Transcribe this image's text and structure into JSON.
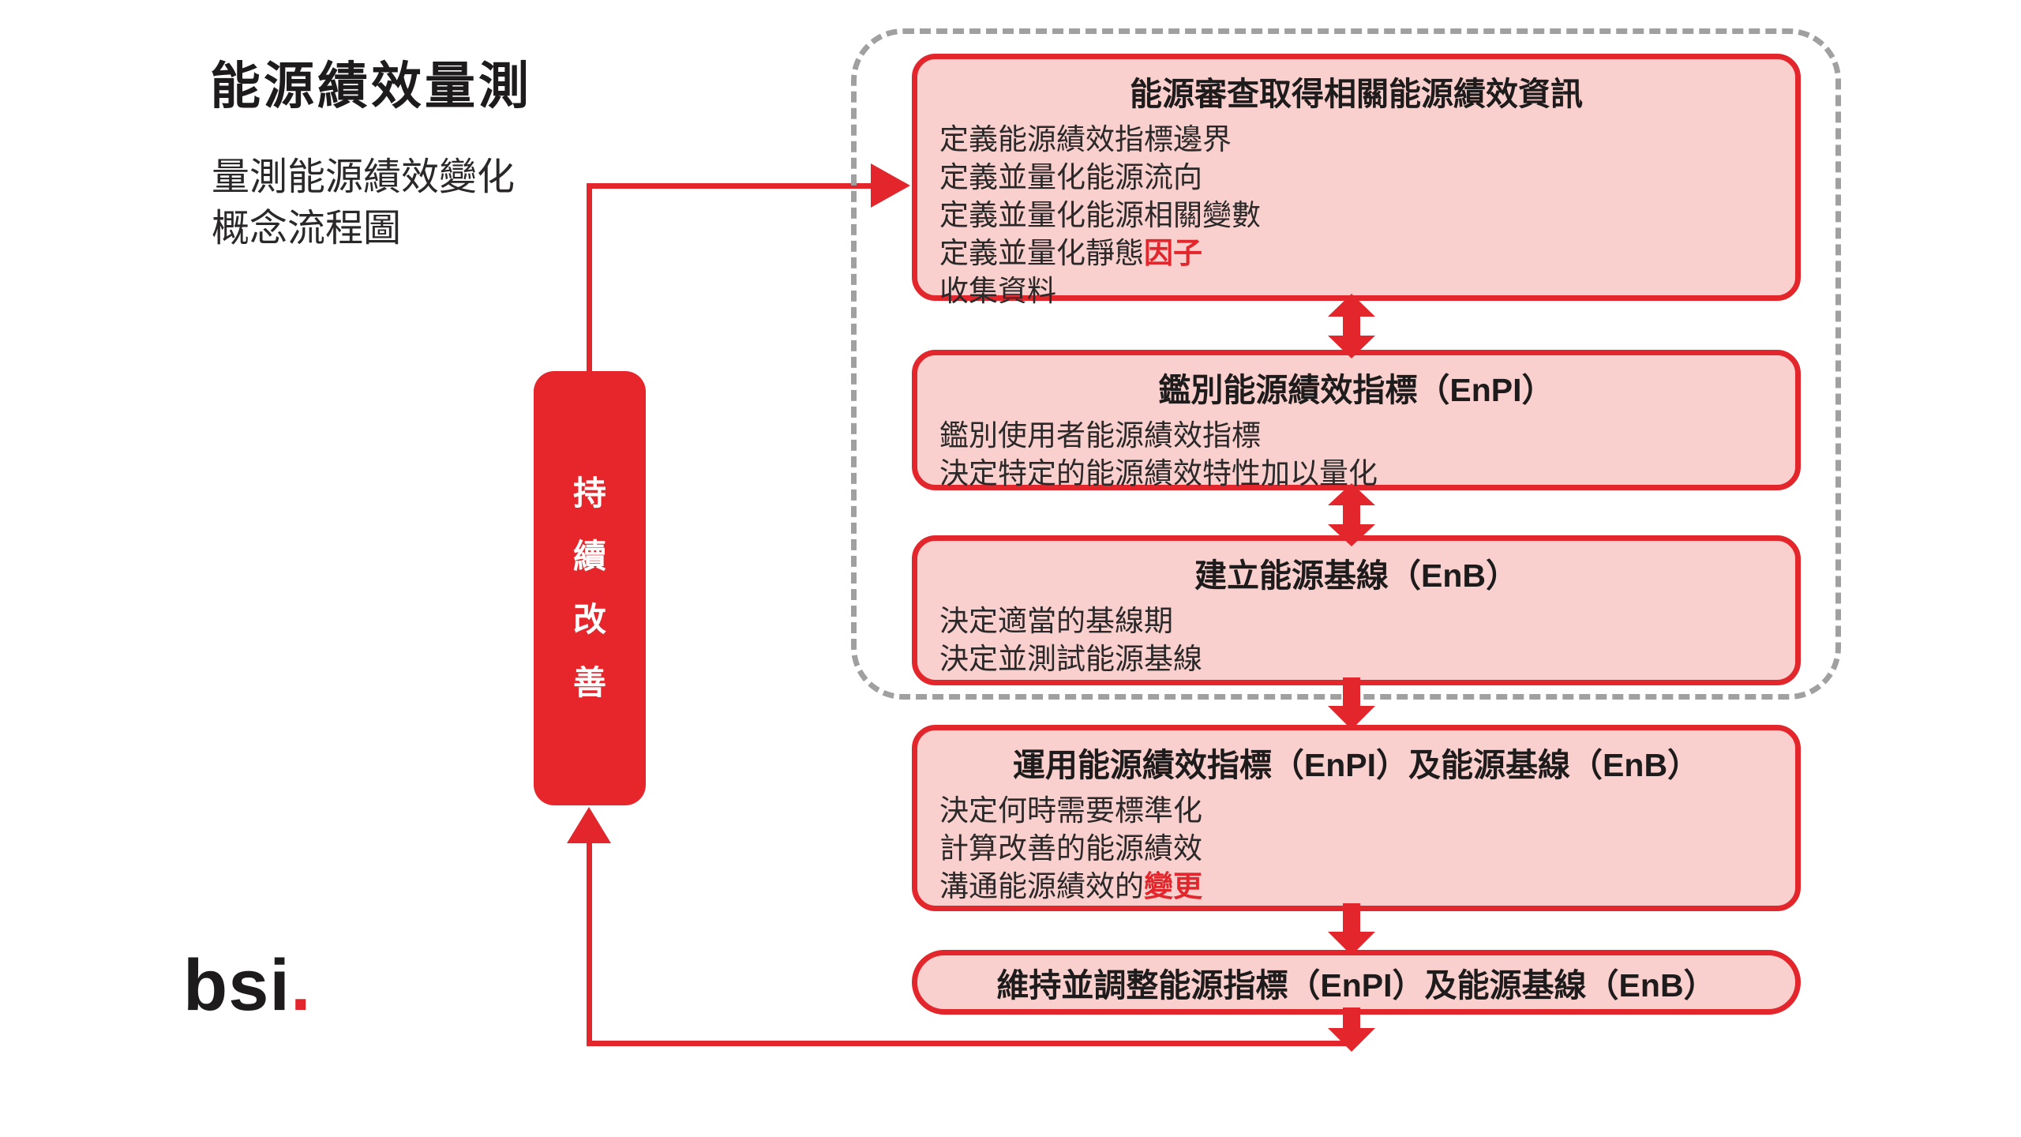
{
  "header": {
    "title": "能源績效量測",
    "subtitle_lines": [
      "量測能源績效變化",
      "概念流程圖"
    ]
  },
  "continuous_improvement": {
    "label": "持續改善",
    "chars": [
      "持",
      "續",
      "改",
      "善"
    ]
  },
  "flow_boxes": [
    {
      "key": "energy-review",
      "title": "能源審查取得相關能源績效資訊",
      "items": [
        [
          {
            "text": "定義能源績效指標邊界"
          }
        ],
        [
          {
            "text": "定義並量化能源流向"
          }
        ],
        [
          {
            "text": "定義並量化能源相關變數"
          }
        ],
        [
          {
            "text": "定義並量化靜態"
          },
          {
            "text": "因子",
            "highlight": true
          }
        ],
        [
          {
            "text": "收集資料"
          }
        ]
      ],
      "in_dashed_group": true
    },
    {
      "key": "identify-enpi",
      "title": "鑑別能源績效指標（EnPI）",
      "items": [
        [
          {
            "text": "鑑別使用者能源績效指標"
          }
        ],
        [
          {
            "text": "決定特定的能源績效特性加以量化"
          }
        ]
      ],
      "in_dashed_group": true
    },
    {
      "key": "establish-enb",
      "title": "建立能源基線（EnB）",
      "items": [
        [
          {
            "text": "決定適當的基線期"
          }
        ],
        [
          {
            "text": "決定並測試能源基線"
          }
        ]
      ],
      "in_dashed_group": true
    },
    {
      "key": "apply-enpi-enb",
      "title": "運用能源績效指標（EnPI）及能源基線（EnB）",
      "items": [
        [
          {
            "text": "決定何時需要標準化"
          }
        ],
        [
          {
            "text": "計算改善的能源績效"
          }
        ],
        [
          {
            "text": "溝通能源績效的"
          },
          {
            "text": "變更",
            "highlight": true
          }
        ]
      ],
      "in_dashed_group": false
    },
    {
      "key": "maintain-adjust-enpi-enb",
      "title": "維持並調整能源指標（EnPI）及能源基線（EnB）",
      "items": [],
      "in_dashed_group": false
    }
  ],
  "logo": {
    "text": "bsi",
    "dot": "."
  },
  "colors": {
    "red": "#e2262b",
    "pink_fill": "#f9d0cd",
    "dashed_gray": "#a0a0a0",
    "text_dark": "#211d1e",
    "highlight_red": "#e2262b",
    "white": "#ffffff"
  }
}
